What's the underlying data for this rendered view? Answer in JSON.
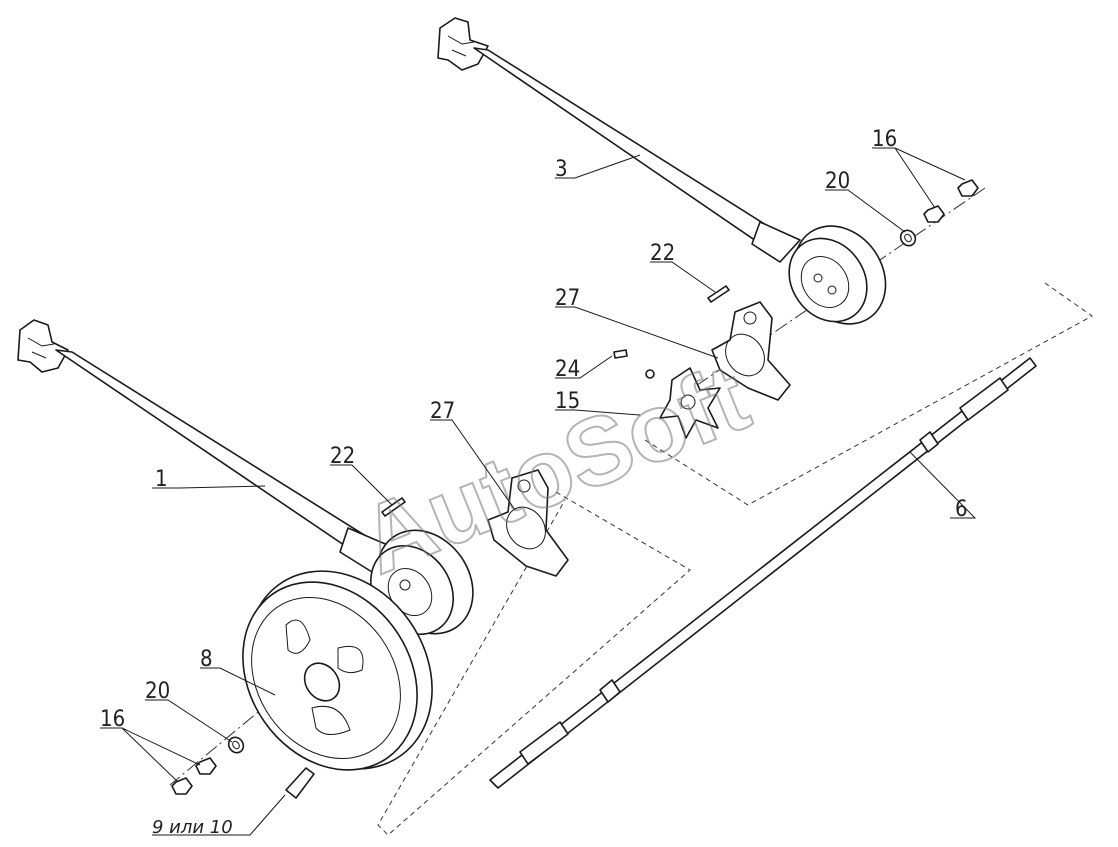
{
  "callouts": {
    "c1": "1",
    "c3": "3",
    "c6": "6",
    "c8": "8",
    "c9or10": "9 или 10",
    "c15": "15",
    "c16_top": "16",
    "c16_bottom": "16",
    "c20_top": "20",
    "c20_bottom": "20",
    "c22_top": "22",
    "c22_left": "22",
    "c24": "24",
    "c27_top": "27",
    "c27_left": "27"
  },
  "watermark": "AutoSoft"
}
